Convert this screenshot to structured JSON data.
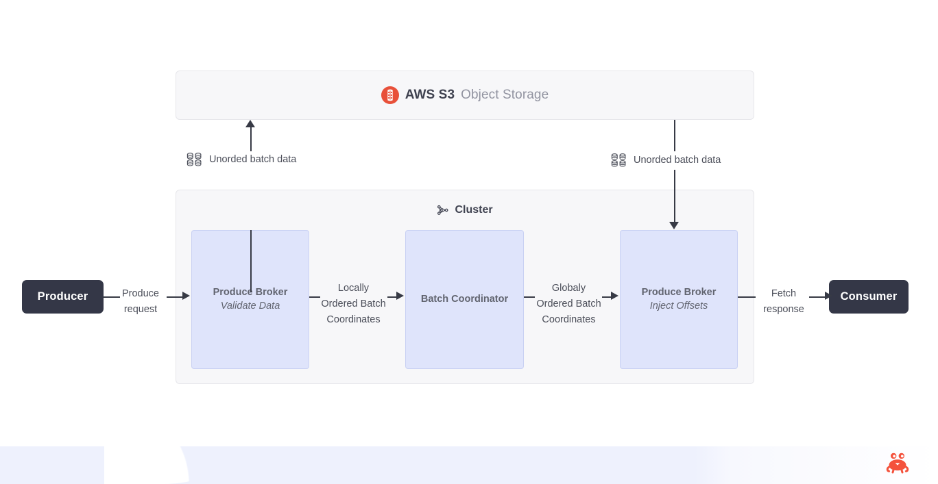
{
  "storage": {
    "icon": "aws-s3-icon",
    "brand": "AWS S3",
    "label": "Object Storage"
  },
  "cluster": {
    "icon": "cluster-nodes-icon",
    "title": "Cluster",
    "nodes": [
      {
        "title": "Produce Broker",
        "subtitle": "Validate Data"
      },
      {
        "title": "Batch Coordinator",
        "subtitle": ""
      },
      {
        "title": "Produce Broker",
        "subtitle": "Inject Offsets"
      }
    ]
  },
  "endpoints": {
    "producer": "Producer",
    "consumer": "Consumer"
  },
  "edges": {
    "produce_request": "Produce\nrequest",
    "locally_ordered": "Locally\nOrdered Batch\nCoordinates",
    "globaly_ordered": "Globaly\nOrdered Batch\nCoordinates",
    "fetch_response": "Fetch\nresponse",
    "unordered_left": "Unorded batch data",
    "unordered_right": "Unorded batch data",
    "db_icon": "database-grid-icon"
  },
  "branding": {
    "logo": "crab-logo"
  },
  "colors": {
    "node_fill": "#dfe4fb",
    "node_stroke": "#c9d1f3",
    "group_fill": "#f7f7f9",
    "group_stroke": "#e6e6ea",
    "endpoint_fill": "#343747",
    "edge_stroke": "#373a45",
    "accent_red": "#e8503a",
    "text_muted": "#61646f"
  }
}
